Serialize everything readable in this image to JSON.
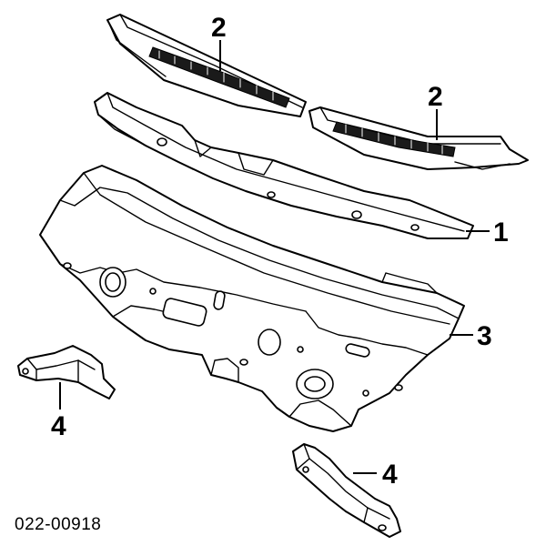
{
  "callouts": {
    "c1": "1",
    "c2_left": "2",
    "c2_right": "2",
    "c3": "3",
    "c4_left": "4",
    "c4_right": "4"
  },
  "drawing_code": "022-00918",
  "colors": {
    "line": "#000000",
    "background": "#ffffff"
  }
}
